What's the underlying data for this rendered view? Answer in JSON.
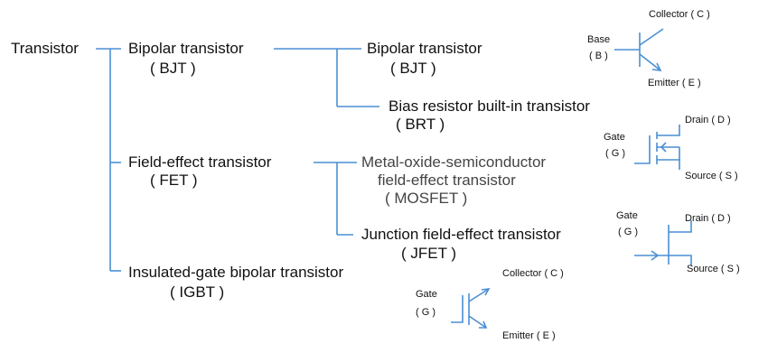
{
  "tree": {
    "root": "Transistor",
    "bipolar": {
      "name": "Bipolar transistor",
      "abbr": "( BJT )"
    },
    "bjt_child": {
      "name": "Bipolar transistor",
      "abbr": "( BJT )"
    },
    "brt": {
      "name": "Bias resistor built-in transistor",
      "abbr": "( BRT )"
    },
    "fet": {
      "name": "Field-effect transistor",
      "abbr": "( FET )"
    },
    "mosfet": {
      "line1": "Metal-oxide-semiconductor",
      "line2": "field-effect transistor",
      "abbr": "( MOSFET )"
    },
    "jfet": {
      "name": "Junction field-effect transistor",
      "abbr": "( JFET )"
    },
    "igbt": {
      "name": "Insulated-gate bipolar transistor",
      "abbr": "( IGBT )"
    }
  },
  "symbols": {
    "bjt": {
      "collector": "Collector ( C )",
      "base": "Base",
      "base_abbr": "( B )",
      "emitter": "Emitter ( E )"
    },
    "mosfet": {
      "gate": "Gate",
      "gate_abbr": "( G )",
      "drain": "Drain ( D )",
      "source": "Source ( S )"
    },
    "jfet": {
      "gate": "Gate",
      "gate_abbr": "( G )",
      "drain": "Drain ( D )",
      "source": "Source ( S )"
    },
    "igbt": {
      "collector": "Collector ( C )",
      "gate": "Gate",
      "gate_abbr": "( G )",
      "emitter": "Emitter ( E )"
    }
  },
  "colors": {
    "line": "#4a8fd4",
    "text": "#111111",
    "muted": "#444444"
  }
}
